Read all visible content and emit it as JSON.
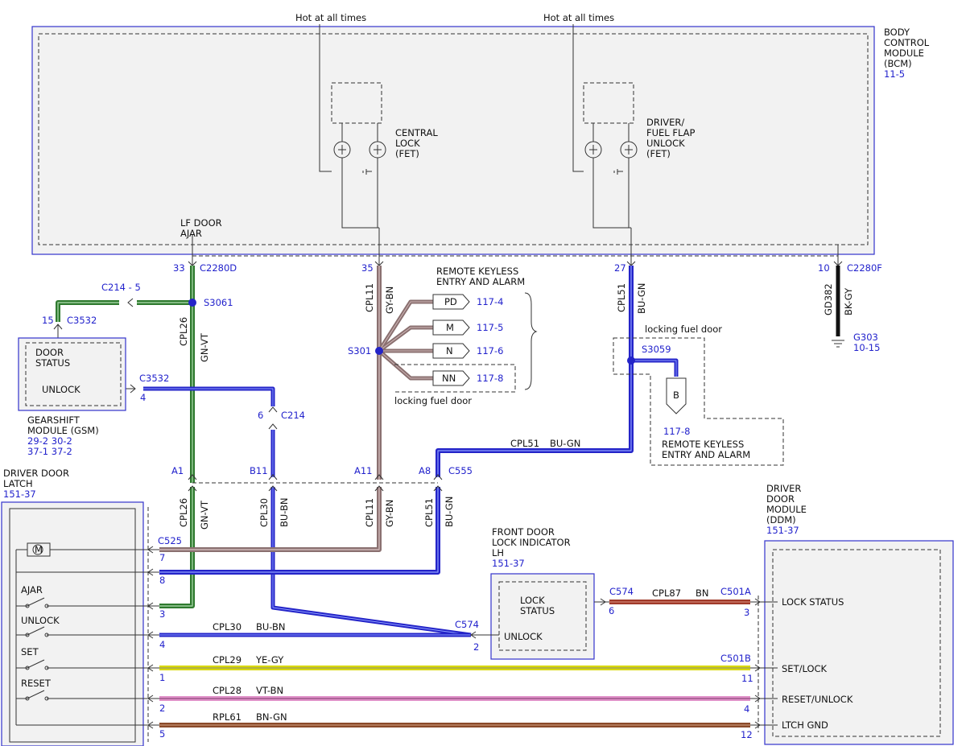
{
  "bcm": {
    "title_lines": [
      "BODY",
      "CONTROL",
      "MODULE",
      "(BCM)"
    ],
    "ref": "11-5"
  },
  "hot_label": "Hot at all times",
  "central_lock": [
    "CENTRAL",
    "LOCK",
    "(FET)"
  ],
  "driver_unlock": [
    "DRIVER/",
    "FUEL FLAP",
    "UNLOCK",
    "(FET)"
  ],
  "lf_door_ajar": [
    "LF DOOR",
    "AJAR"
  ],
  "pins": {
    "p33": "33",
    "c2280d": "C2280D",
    "p35": "35",
    "p27": "27",
    "p10": "10",
    "c2280f": "C2280F",
    "c214_5": "C214  -  5",
    "s3061": "S3061",
    "p15": "15",
    "c3532a": "C3532",
    "c3532b": "C3532",
    "p4a": "4",
    "p6": "6",
    "c214": "C214",
    "s301": "S301",
    "s3059": "S3059",
    "a1": "A1",
    "b11": "B11",
    "a11": "A11",
    "a8": "A8",
    "c555": "C555",
    "c525": "C525",
    "p7": "7",
    "p8": "8",
    "p3": "3",
    "p4": "4",
    "p1": "1",
    "p2": "2",
    "p5": "5",
    "c574a": "C574",
    "p2b": "2",
    "c574b": "C574",
    "p6b": "6",
    "c501a": "C501A",
    "p3b": "3",
    "c501b": "C501B",
    "p11": "11",
    "p4b": "4",
    "p12": "12"
  },
  "wire_labels": {
    "cpl26": "CPL26",
    "gnvt": "GN-VT",
    "cpl11": "CPL11",
    "gybn": "GY-BN",
    "cpl51": "CPL51",
    "bugn": "BU-GN",
    "gd382": "GD382",
    "bkgy": "BK-GY",
    "cpl30": "CPL30",
    "bubn": "BU-BN",
    "cpl51b": "CPL51",
    "bugnb": "BU-GN",
    "cpl26b": "CPL26",
    "gnvtb": "GN-VT",
    "cpl30b": "CPL30",
    "bubnb": "BU-BN",
    "cpl11b": "CPL11",
    "gybnb": "GY-BN",
    "cpl51c": "CPL51",
    "bugnc": "BU-GN",
    "cpl30h": "CPL30",
    "bubnh": "BU-BN",
    "cpl29": "CPL29",
    "yegy": "YE-GY",
    "cpl28": "CPL28",
    "vtbn": "VT-BN",
    "rpl61": "RPL61",
    "bngn": "BN-GN",
    "cpl87": "CPL87",
    "bn": "BN"
  },
  "g303": "G303",
  "g303_ref": "10-15",
  "rke_title": [
    "REMOTE KEYLESS",
    "ENTRY AND ALARM"
  ],
  "rke_connectors": [
    {
      "label": "PD",
      "ref": "117-4"
    },
    {
      "label": "M",
      "ref": "117-5"
    },
    {
      "label": "N",
      "ref": "117-6"
    },
    {
      "label": "NN",
      "ref": "117-8"
    }
  ],
  "locking_fuel_door": "locking fuel door",
  "locking_fuel_door2": "locking fuel door",
  "b_connector": "B",
  "b_ref": "117-8",
  "rke_title2": [
    "REMOTE KEYLESS",
    "ENTRY AND ALARM"
  ],
  "gsm": {
    "inner": [
      "DOOR",
      "STATUS"
    ],
    "unlock": "UNLOCK",
    "title": [
      "GEARSHIFT",
      "MODULE (GSM)"
    ],
    "refs": [
      "29-2   30-2",
      "37-1   37-2"
    ]
  },
  "ddl": {
    "title": [
      "DRIVER DOOR",
      "LATCH"
    ],
    "ref": "151-37",
    "motor": "M",
    "switches": [
      "AJAR",
      "UNLOCK",
      "SET",
      "RESET"
    ]
  },
  "fdli": {
    "title": [
      "FRONT DOOR",
      "LOCK INDICATOR",
      "LH"
    ],
    "ref": "151-37",
    "inner": [
      "LOCK",
      "STATUS"
    ],
    "unlock": "UNLOCK"
  },
  "ddm": {
    "title": [
      "DRIVER",
      "DOOR",
      "MODULE",
      "(DDM)"
    ],
    "ref": "151-37",
    "pins": [
      "LOCK STATUS",
      "SET/LOCK",
      "RESET/UNLOCK",
      "LTCH GND"
    ]
  },
  "colors": {
    "green": "#2f7a2f",
    "blue": "#2424c8",
    "gray_brown": "#8a7070",
    "black": "#111111",
    "yellow": "#e0e000",
    "pink": "#e090c8",
    "brown": "#8a4a2a",
    "red_brown": "#a03a2a",
    "accent": "#3333cc"
  }
}
